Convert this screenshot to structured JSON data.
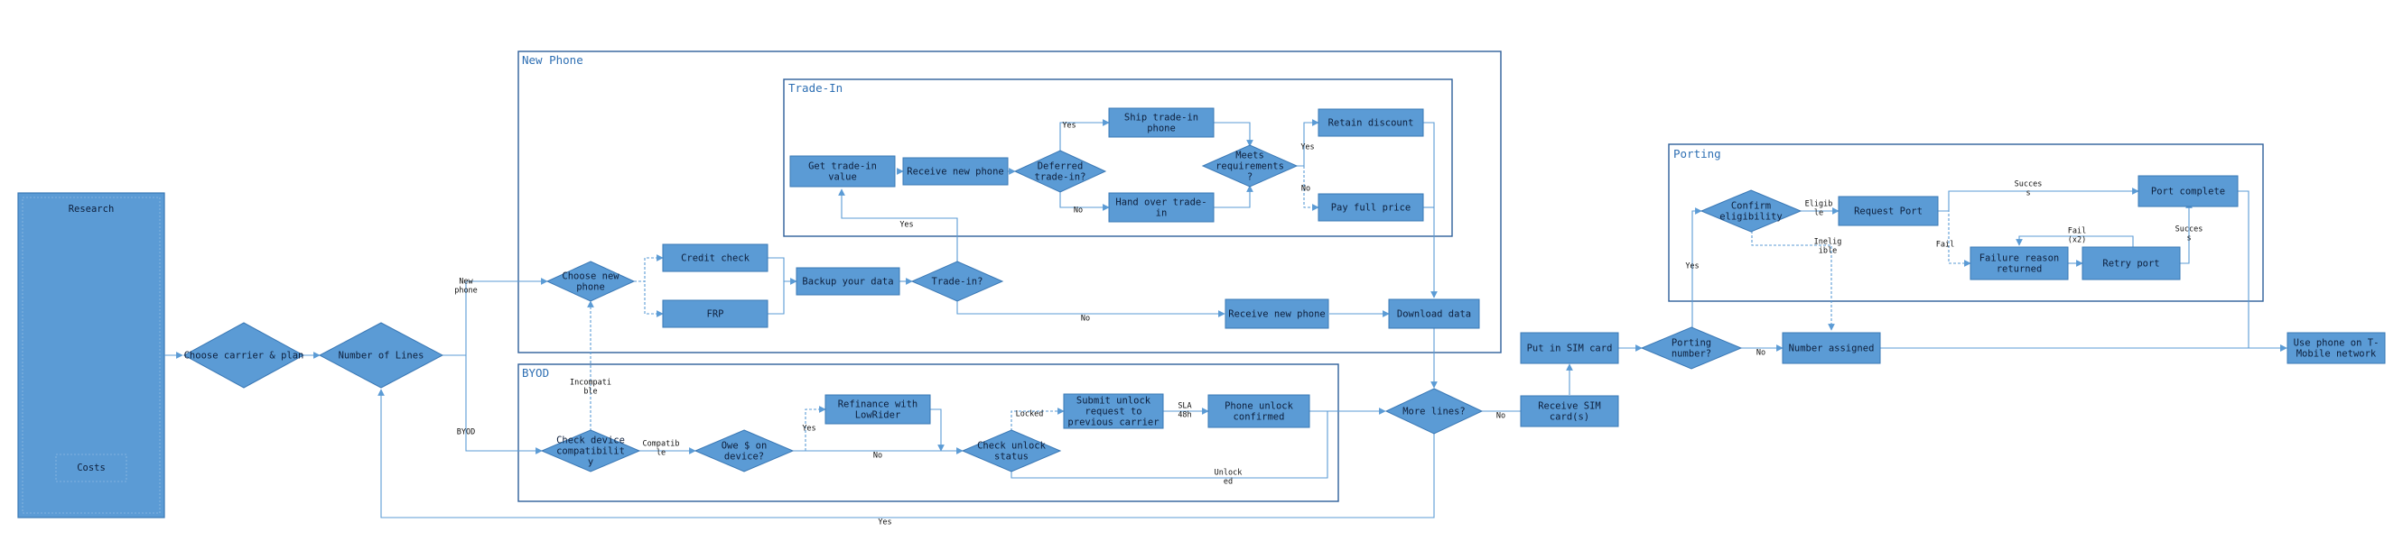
{
  "colors": {
    "node_fill": "#5b9bd5",
    "node_stroke": "#3a78b5",
    "edge": "#5b9bd5",
    "frame": "#2e5f9a",
    "frame_title": "#2e6fb3",
    "label_dashed": "#3b82c4"
  },
  "frames": {
    "research": {
      "title": "Research"
    },
    "costs": {
      "title": "Costs"
    },
    "new_phone": {
      "title": "New Phone"
    },
    "trade_in": {
      "title": "Trade-In"
    },
    "byod": {
      "title": "BYOD"
    },
    "porting": {
      "title": "Porting"
    }
  },
  "nodes": {
    "choose_carrier": [
      "Choose carrier & plan"
    ],
    "number_of_lines": [
      "Number of Lines"
    ],
    "choose_new_phone": [
      "Choose new",
      "phone"
    ],
    "credit_check": [
      "Credit check"
    ],
    "frp": [
      "FRP"
    ],
    "backup_data": [
      "Backup your data"
    ],
    "trade_in_q": [
      "Trade-in?"
    ],
    "get_trade_in_value": [
      "Get trade-in",
      "value"
    ],
    "receive_new_phone_ti": [
      "Receive new phone"
    ],
    "deferred_trade_in": [
      "Deferred",
      "trade-in?"
    ],
    "ship_trade_in": [
      "Ship trade-in",
      "phone"
    ],
    "hand_over_trade_in": [
      "Hand over trade-",
      "in"
    ],
    "meets_requirements": [
      "Meets",
      "requirements",
      "?"
    ],
    "retain_discount": [
      "Retain discount"
    ],
    "pay_full_price": [
      "Pay full price"
    ],
    "receive_new_phone": [
      "Receive new phone"
    ],
    "download_data": [
      "Download data"
    ],
    "check_device_compat": [
      "Check device",
      "compatibilit",
      "y"
    ],
    "owe_on_device": [
      "Owe $ on",
      "device?"
    ],
    "refinance": [
      "Refinance with",
      "LowRider"
    ],
    "check_unlock_status": [
      "Check unlock",
      "status"
    ],
    "submit_unlock": [
      "Submit unlock",
      "request to",
      "previous carrier"
    ],
    "phone_unlock_confirmed": [
      "Phone unlock",
      "confirmed"
    ],
    "more_lines": [
      "More lines?"
    ],
    "put_in_sim": [
      "Put in SIM card"
    ],
    "receive_sim": [
      "Receive SIM",
      "card(s)"
    ],
    "porting_number": [
      "Porting",
      "number?"
    ],
    "number_assigned": [
      "Number assigned"
    ],
    "confirm_eligibility": [
      "Confirm",
      "eligibility"
    ],
    "request_port": [
      "Request Port"
    ],
    "port_complete": [
      "Port complete"
    ],
    "failure_reason": [
      "Failure reason",
      "returned"
    ],
    "retry_port": [
      "Retry port"
    ],
    "use_phone": [
      "Use phone on T-",
      "Mobile network"
    ]
  },
  "edge_labels": {
    "new_phone": [
      "New",
      "phone"
    ],
    "byod": [
      "BYOD"
    ],
    "yes_trade": [
      "Yes"
    ],
    "no_trade": [
      "No"
    ],
    "yes_deferred": [
      "Yes"
    ],
    "no_deferred": [
      "No"
    ],
    "yes_meets": [
      "Yes"
    ],
    "no_meets": [
      "No"
    ],
    "incompatible": [
      "Incompati",
      "ble"
    ],
    "compatible": [
      "Compatib",
      "le"
    ],
    "yes_owe": [
      "Yes"
    ],
    "no_owe": [
      "No"
    ],
    "locked": [
      "Locked"
    ],
    "sla": [
      "SLA",
      "48h"
    ],
    "unlocked": [
      "Unlock",
      "ed"
    ],
    "no_more_lines": [
      "No"
    ],
    "yes_more_lines": [
      "Yes"
    ],
    "yes_porting": [
      "Yes"
    ],
    "no_porting": [
      "No"
    ],
    "eligible": [
      "Eligib",
      "le"
    ],
    "ineligible": [
      "Inelig",
      "ible"
    ],
    "success_1": [
      "Succes",
      "s"
    ],
    "fail": [
      "Fail"
    ],
    "fail_x2": [
      "Fail",
      "(x2)"
    ],
    "success_2": [
      "Succes",
      "s"
    ]
  }
}
